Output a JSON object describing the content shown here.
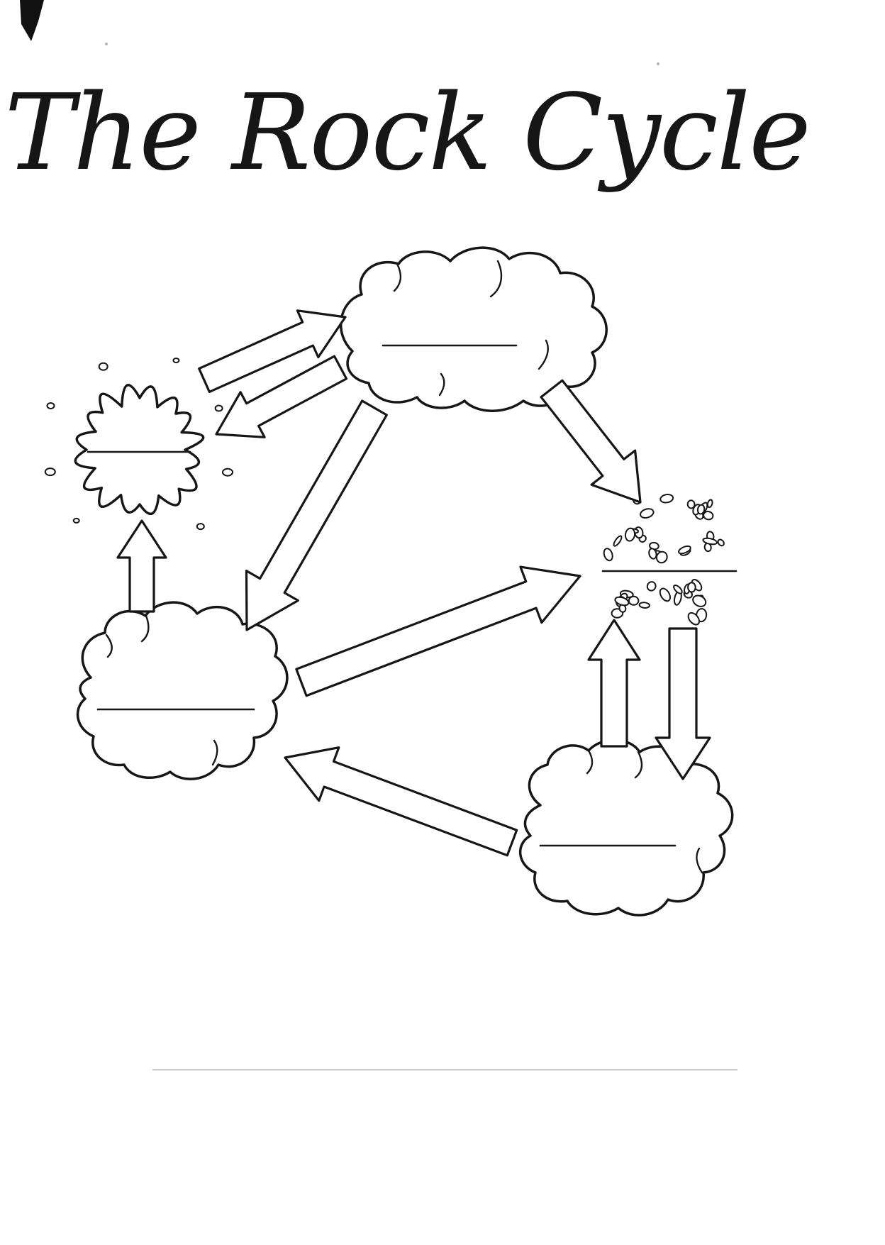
{
  "page": {
    "title": "The Rock Cycle",
    "background_color": "#ffffff",
    "ink_color": "#161616"
  },
  "diagram": {
    "nodes": [
      {
        "id": "top-rock",
        "label": "",
        "blank_line": true
      },
      {
        "id": "splat",
        "label": "",
        "blank_line": true
      },
      {
        "id": "left-rock",
        "label": "",
        "blank_line": true
      },
      {
        "id": "sediments",
        "label": "",
        "blank_line": true
      },
      {
        "id": "bottom-right-rock",
        "label": "",
        "blank_line": true
      }
    ],
    "arrows": [
      {
        "id": "splat-to-top-rock",
        "from": "splat",
        "to": "top-rock"
      },
      {
        "id": "top-rock-to-splat",
        "from": "top-rock",
        "to": "splat"
      },
      {
        "id": "top-rock-to-left-rock",
        "from": "top-rock",
        "to": "left-rock"
      },
      {
        "id": "top-rock-to-sediments",
        "from": "top-rock",
        "to": "sediments"
      },
      {
        "id": "left-rock-to-splat",
        "from": "left-rock",
        "to": "splat"
      },
      {
        "id": "left-rock-to-sediments",
        "from": "left-rock",
        "to": "sediments"
      },
      {
        "id": "bottom-right-rock-to-sediments",
        "from": "bottom-right-rock",
        "to": "sediments"
      },
      {
        "id": "sediments-to-bottom-right-rock",
        "from": "sediments",
        "to": "bottom-right-rock"
      },
      {
        "id": "bottom-right-rock-to-left-rock",
        "from": "bottom-right-rock",
        "to": "left-rock"
      }
    ]
  }
}
